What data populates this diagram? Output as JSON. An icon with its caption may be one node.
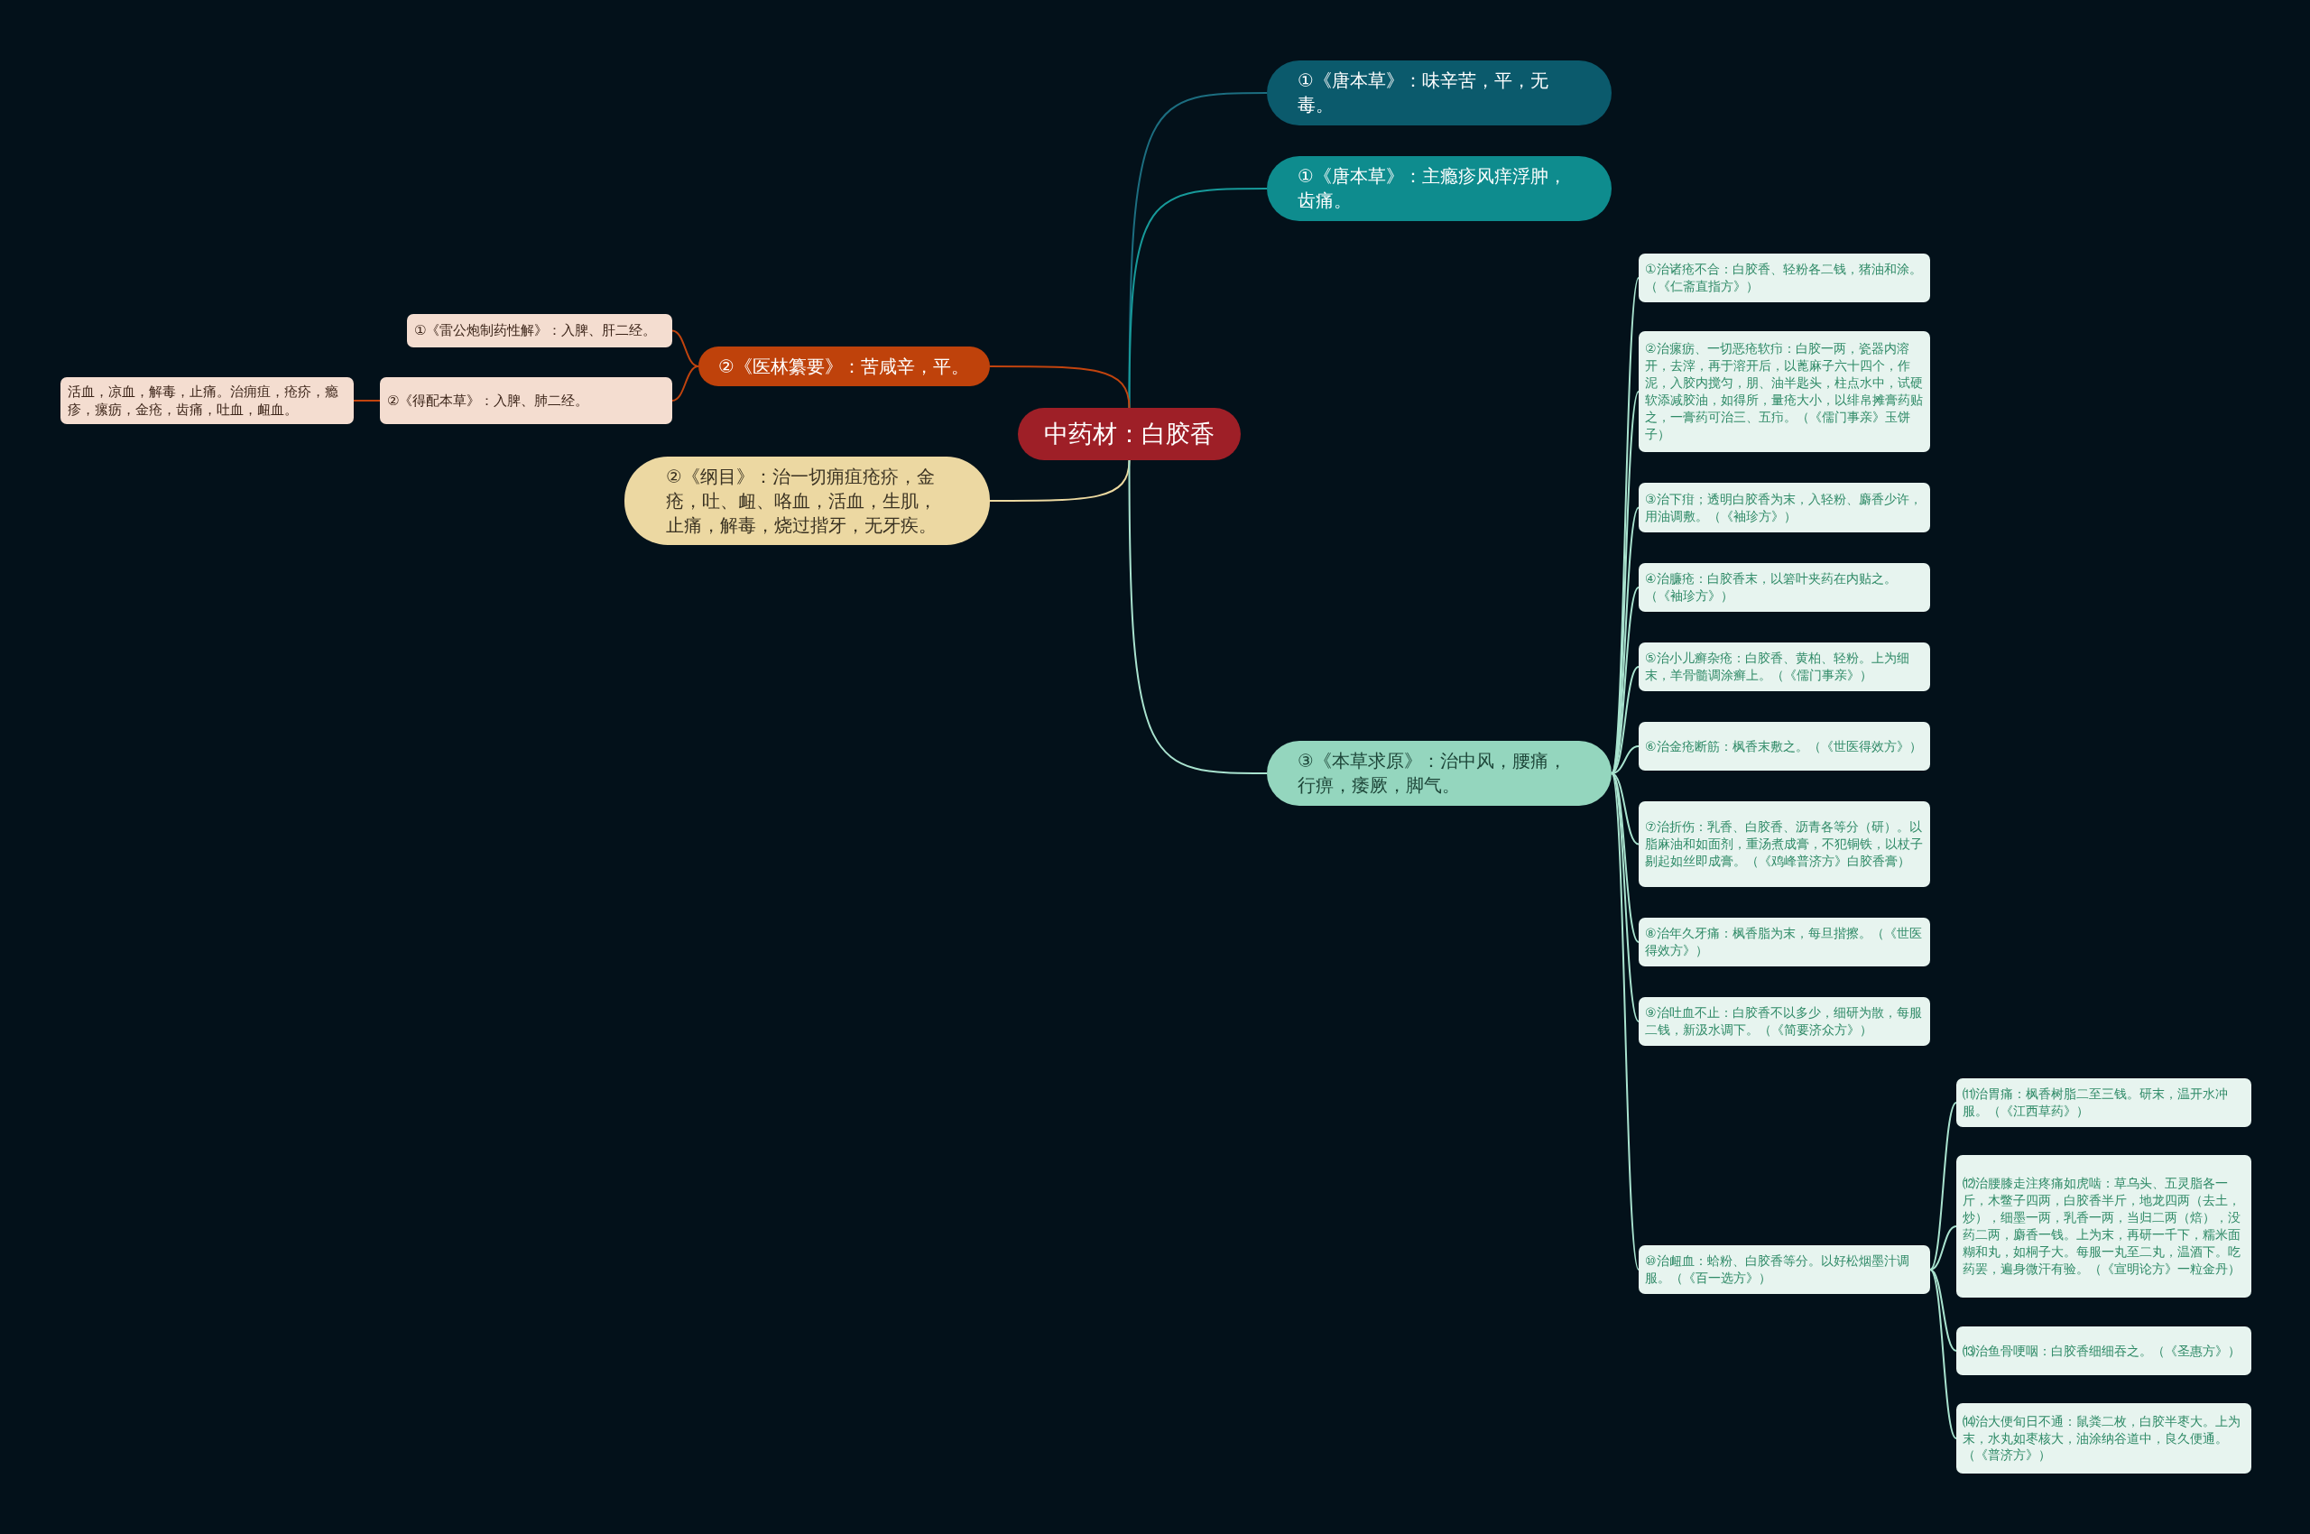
{
  "diagram": {
    "nodes": [
      {
        "text": [
          "中药材：白胶香"
        ]
      },
      {
        "text": [
          "①《唐本草》：味辛苦，平，无毒。"
        ]
      },
      {
        "text": [
          "①《唐本草》：主瘾疹风痒浮肿，齿痛。"
        ]
      },
      {
        "text": [
          "②《医林纂要》：苦咸辛，平。"
        ]
      },
      {
        "text": [
          "①《雷公炮制药性解》：入脾、肝二经。"
        ]
      },
      {
        "text": [
          "②《得配本草》：入脾、肺二经。"
        ]
      },
      {
        "text": [
          "活血，凉血，解毒，止痛。治痈疽，疮疥，瘾疹，瘰疬，金疮，齿痛，吐血，衄血。"
        ]
      },
      {
        "text": [
          "②《纲目》：治一切痈疽疮疥，金疮，吐、衄、咯血，活血，生肌，止痛，解毒，烧过揩牙，无牙疾。"
        ]
      },
      {
        "text": [
          "③《本草求原》：治中风，腰痛，行痹，痿厥，脚气。"
        ]
      },
      {
        "text": [
          "①治诸疮不合：白胶香、轻粉各二钱，猪油和涂。（《仁斋直指方》）"
        ]
      },
      {
        "text": [
          "②治瘰疬、一切恶疮软疖：白胶一两，瓷器内溶开，去滓，再于溶开后，以蓖麻子六十四个，作泥，入胶内搅匀，朋、油半匙头，柱点水中，试硬软添减胶油，如得所，量疮大小，以绯帛摊膏药贴之，一膏药可治三、五疖。（《儒门事亲》玉饼子）"
        ]
      },
      {
        "text": [
          "③治下疳；透明白胶香为末，入轻粉、麝香少许，用油调敷。（《袖珍方》）"
        ]
      },
      {
        "text": [
          "④治臁疮：白胶香末，以箬叶夹药在内贴之。（《袖珍方》）"
        ]
      },
      {
        "text": [
          "⑤治小儿癣杂疮：白胶香、黄柏、轻粉。上为细末，羊骨髓调涂癣上。（《儒门事亲》）"
        ]
      },
      {
        "text": [
          "⑥治金疮断筋：枫香末敷之。（《世医得效方》）"
        ]
      },
      {
        "text": [
          "⑦治折伤：乳香、白胶香、沥青各等分（研）。以脂麻油和如面剂，重汤煮成膏，不犯铜铁，以杖子剔起如丝即成膏。（《鸡峰普济方》白胶香膏）"
        ]
      },
      {
        "text": [
          "⑧治年久牙痛：枫香脂为末，每旦揩擦。（《世医得效方》）"
        ]
      },
      {
        "text": [
          "⑨治吐血不止：白胶香不以多少，细研为散，每服二钱，新汲水调下。（《简要济众方》）"
        ]
      },
      {
        "text": [
          "⑩治衄血：蛤粉、白胶香等分。以好松烟墨汁调服。（《百一选方》）"
        ]
      },
      {
        "text": [
          "⑾治胃痛：枫香树脂二至三钱。研末，温开水冲服。（《江西草药》）"
        ]
      },
      {
        "text": [
          "⑿治腰膝走注疼痛如虎啮：草乌头、五灵脂各一斤，木鳖子四两，白胶香半斤，地龙四两（去土，炒），细墨一两，乳香一两，当归二两（焙），没药二两，麝香一钱。上为末，再研一千下，糯米面糊和丸，如桐子大。每服一丸至二丸，温酒下。吃药罢，遍身微汗有验。（《宣明论方》一粒金丹）"
        ]
      },
      {
        "text": [
          "⒀治鱼骨哽咽：白胶香细细吞之。（《圣惠方》）"
        ]
      },
      {
        "text": [
          "⒁治大便旬日不通：鼠粪二枚，白胶半枣大。上为末，水丸如枣核大，油涂纳谷道中，良久便通。（《普济方》）"
        ]
      }
    ],
    "edges": [
      {
        "from": 0,
        "to": 1,
        "arrow": "none",
        "color": "#1c6e80"
      },
      {
        "from": 0,
        "to": 2,
        "arrow": "none",
        "color": "#179a9a"
      },
      {
        "from": 0,
        "to": 3,
        "arrow": "none",
        "color": "#c2440e"
      },
      {
        "from": 3,
        "to": 4,
        "arrow": "none",
        "color": "#c2440e"
      },
      {
        "from": 3,
        "to": 5,
        "arrow": "none",
        "color": "#c2440e"
      },
      {
        "from": 5,
        "to": 6,
        "arrow": "none",
        "color": "#c2440e"
      },
      {
        "from": 0,
        "to": 7,
        "arrow": "none",
        "color": "#ecd9a0"
      },
      {
        "from": 0,
        "to": 8,
        "arrow": "none"
      },
      {
        "from": 8,
        "to": 9,
        "arrow": "none"
      },
      {
        "from": 8,
        "to": 10,
        "arrow": "none"
      },
      {
        "from": 8,
        "to": 11,
        "arrow": "none"
      },
      {
        "from": 8,
        "to": 12,
        "arrow": "none"
      },
      {
        "from": 8,
        "to": 13,
        "arrow": "none"
      },
      {
        "from": 8,
        "to": 14,
        "arrow": "none"
      },
      {
        "from": 8,
        "to": 15,
        "arrow": "none"
      },
      {
        "from": 8,
        "to": 16,
        "arrow": "none"
      },
      {
        "from": 8,
        "to": 17,
        "arrow": "none"
      },
      {
        "from": 8,
        "to": 18,
        "arrow": "none"
      },
      {
        "from": 18,
        "to": 19,
        "arrow": "none"
      },
      {
        "from": 18,
        "to": 20,
        "arrow": "none"
      },
      {
        "from": 18,
        "to": 21,
        "arrow": "none"
      },
      {
        "from": 18,
        "to": 22,
        "arrow": "none"
      }
    ]
  }
}
